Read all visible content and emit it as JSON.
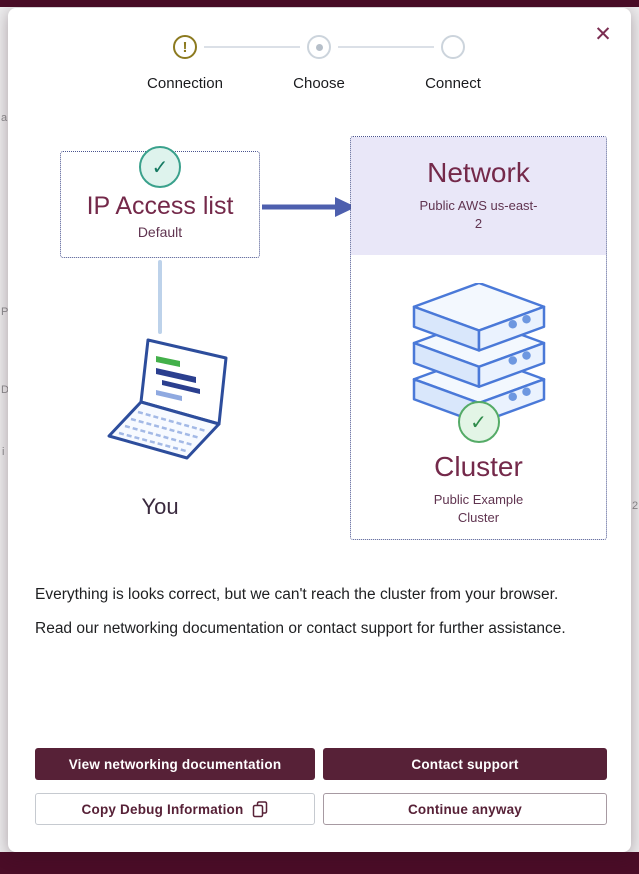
{
  "backdrop": {
    "fragments": [
      "a",
      "P",
      "D",
      "i",
      "2"
    ]
  },
  "modal": {
    "close_label": "✕"
  },
  "stepper": {
    "steps": [
      {
        "label": "Connection",
        "glyph": "!",
        "state": "warning"
      },
      {
        "label": "Choose",
        "state": "current"
      },
      {
        "label": "Connect",
        "state": "upcoming"
      }
    ]
  },
  "diagram": {
    "ip_access_title": "IP Access list",
    "ip_access_subtitle": "Default",
    "you_label": "You",
    "network_title": "Network",
    "network_subtitle": "Public AWS us-east-2",
    "cluster_title": "Cluster",
    "cluster_subtitle": "Public Example Cluster",
    "check_glyph": "✓"
  },
  "messages": {
    "line1": "Everything is looks correct, but we can't reach the cluster from your browser.",
    "line2": "Read our networking documentation or contact support for further assistance."
  },
  "buttons": {
    "view_docs": "View networking documentation",
    "contact_support": "Contact support",
    "copy_debug": "Copy Debug Information",
    "continue_anyway": "Continue anyway"
  },
  "colors": {
    "maroon_dark": "#4a0d27",
    "maroon_button": "#572137",
    "maroon_heading": "#74294a",
    "maroon_subtle": "#603450",
    "maroon_icon": "#7b2e52",
    "lavender": "#e9e7f8",
    "dotted_border": "#4a548f",
    "arrow": "#4d5fae",
    "connector": "#bdd2ea",
    "warning": "#8c7a1f",
    "step_inactive": "#ccd4dc",
    "teal_check_border": "#3aa18c",
    "teal_check_bg": "#def3ed",
    "teal_check_mark": "#157a62",
    "green_check_border": "#55ab67",
    "green_check_bg": "#e3f5e6",
    "green_check_mark": "#2e8b4a",
    "text": "#1e1f21"
  }
}
